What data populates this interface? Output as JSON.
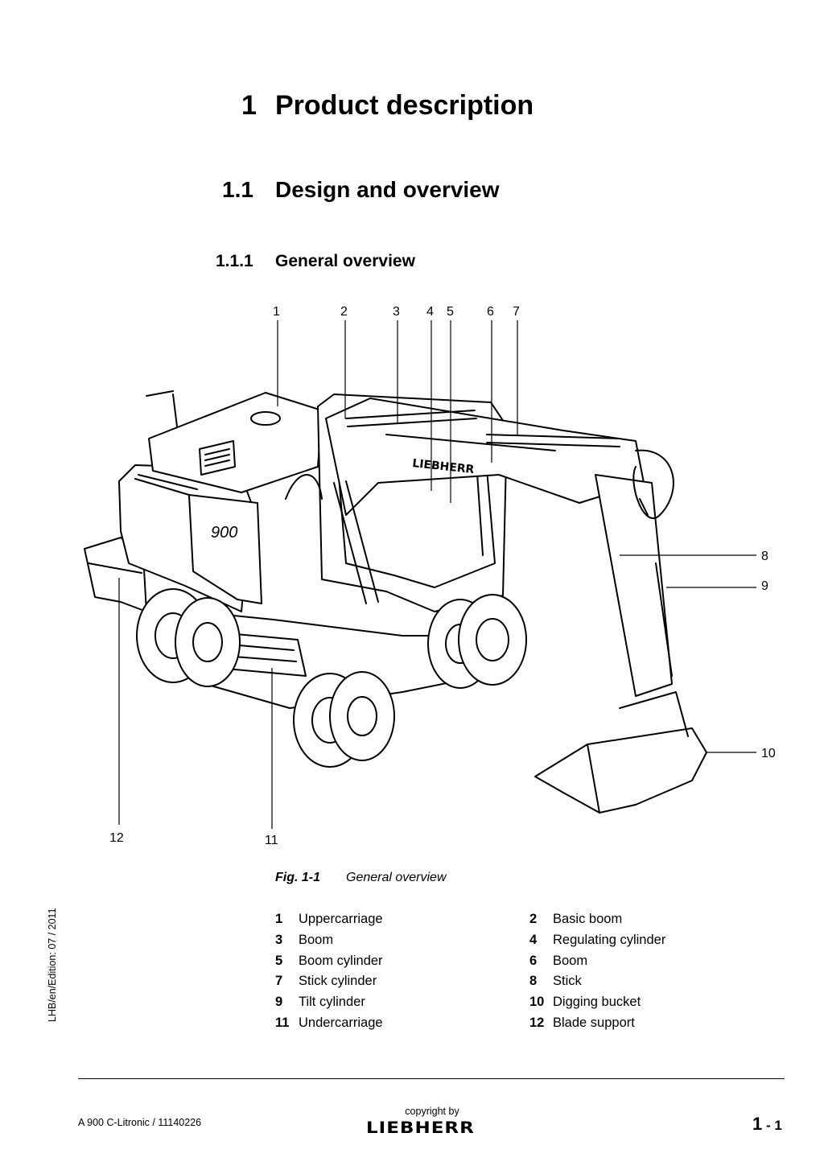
{
  "heading1": {
    "number": "1",
    "title": "Product description"
  },
  "heading2": {
    "number": "1.1",
    "title": "Design and overview"
  },
  "heading3": {
    "number": "1.1.1",
    "title": "General overview"
  },
  "figure": {
    "callouts_top": [
      "1",
      "2",
      "3",
      "4",
      "5",
      "6",
      "7"
    ],
    "callouts_right": [
      "8",
      "9",
      "10"
    ],
    "callouts_bottom": [
      "12",
      "11"
    ],
    "machine_branding": "LIEBHERR",
    "model_branding": "900",
    "caption_label": "Fig. 1-1",
    "caption_text": "General overview"
  },
  "legend": {
    "left": [
      {
        "num": "1",
        "label": "Uppercarriage"
      },
      {
        "num": "3",
        "label": "Boom"
      },
      {
        "num": "5",
        "label": "Boom cylinder"
      },
      {
        "num": "7",
        "label": "Stick cylinder"
      },
      {
        "num": "9",
        "label": "Tilt cylinder"
      },
      {
        "num": "11",
        "label": "Undercarriage"
      }
    ],
    "right": [
      {
        "num": "2",
        "label": "Basic boom"
      },
      {
        "num": "4",
        "label": "Regulating cylinder"
      },
      {
        "num": "6",
        "label": "Boom"
      },
      {
        "num": "8",
        "label": "Stick"
      },
      {
        "num": "10",
        "label": "Digging bucket"
      },
      {
        "num": "12",
        "label": "Blade support"
      }
    ]
  },
  "side_text": "LHB/en/Edition: 07 / 2011",
  "footer": {
    "document_id": "A 900 C-Litronic / 11140226",
    "copyright": "copyright by",
    "logo": "LIEBHERR",
    "page_main": "1",
    "page_sep": " - ",
    "page_sub": "1"
  }
}
